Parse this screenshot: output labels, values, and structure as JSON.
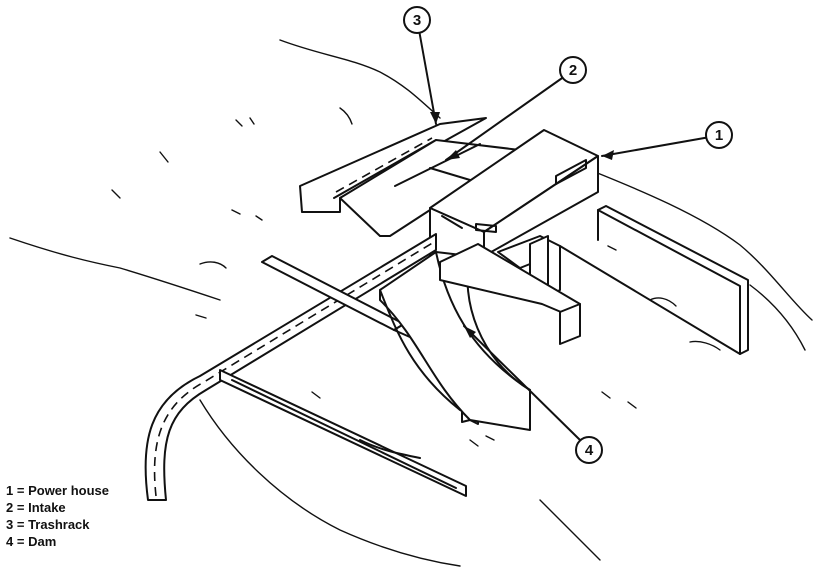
{
  "callouts": [
    {
      "number": "1",
      "label": "Power house"
    },
    {
      "number": "2",
      "label": "Intake"
    },
    {
      "number": "3",
      "label": "Trashrack"
    },
    {
      "number": "4",
      "label": "Dam"
    }
  ],
  "legend": {
    "separator": "=",
    "items": [
      {
        "number": "1",
        "label": "Power house"
      },
      {
        "number": "2",
        "label": "Intake"
      },
      {
        "number": "3",
        "label": "Trashrack"
      },
      {
        "number": "4",
        "label": "Dam"
      }
    ]
  }
}
